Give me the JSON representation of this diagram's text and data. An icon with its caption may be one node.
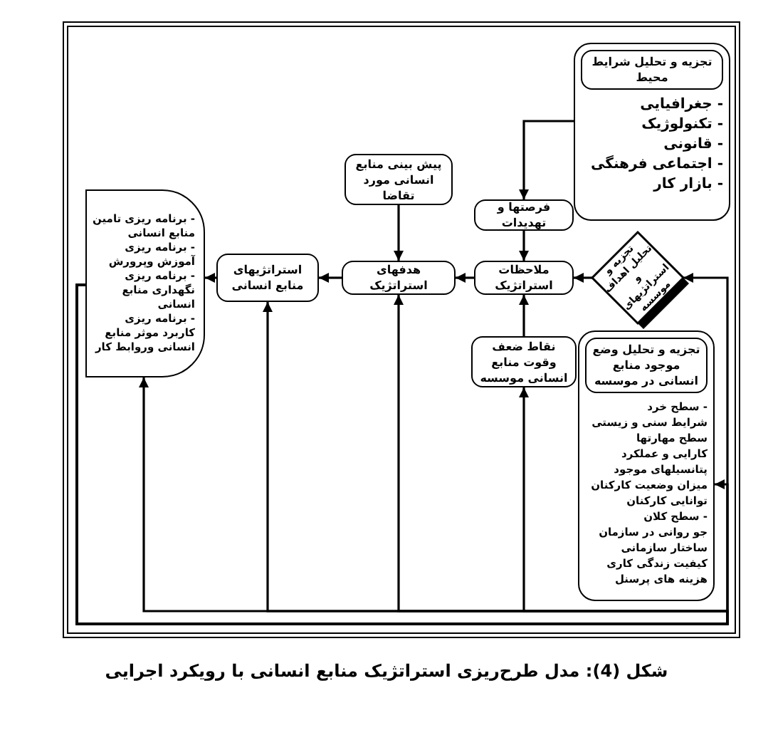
{
  "diagram": {
    "caption": "شکل (4): مدل طرح‌ریزی استراتژیک منابع انسانی با رویکرد اجرایی",
    "nodes": [
      {
        "text": [
          "- جغرافیایی",
          "- تکنولوژیک",
          "- قانونی",
          "- اجتماعی فرهنگی",
          "- بازار کار"
        ]
      },
      {
        "text": [
          "تجزیه و تحلیل شرایط محیط"
        ],
        "in": 0
      },
      {
        "text": [
          "فرصتها و تهدیدات"
        ]
      },
      {
        "text": [
          "پیش بینی منابع انسانی مورد تقاضا"
        ]
      },
      {
        "text": [
          "تجزیه و تحلیل اهداف و استراتژیهای موسسه"
        ]
      },
      {
        "text": [
          "ملاحظات استراتژیک"
        ]
      },
      {
        "text": [
          "هدفهای استراتژیک"
        ]
      },
      {
        "text": [
          "استراتژیهای منابع انسانی"
        ]
      },
      {
        "text": [
          "- برنامه ریزی تامین منابع انسانی",
          "- برنامه ریزی آموزش وپرورش",
          "- برنامه ریزی نگهداری منابع انسانی",
          "- برنامه ریزی کاربرد موثر منابع انسانی وروابط کار"
        ]
      },
      {
        "text": [
          "نقاط ضعف وقوت منابع انسانی موسسه"
        ]
      },
      {
        "text": [
          "- سطح خرد",
          "شرایط سنی و زیستی",
          "سطح مهارتها",
          "کارایی و عملکرد",
          "پتانسیلهای موجود",
          "میزان وضعیت کارکنان",
          "توانایی کارکنان",
          "- سطح کلان",
          "جو روانی در سازمان",
          "ساختار سازمانی",
          "کیفیت زندگی کاری",
          "هزینه های پرسنل"
        ]
      },
      {
        "text": [
          "تجزیه و تحلیل وضع موجود منابع انسانی در موسسه"
        ],
        "in": 10
      }
    ],
    "edges": [
      {
        "from": 0,
        "to": 2,
        "arrow": "to"
      },
      {
        "from": 2,
        "to": 5,
        "arrow": "to"
      },
      {
        "from": 4,
        "to": 5,
        "arrow": "to"
      },
      {
        "from": 5,
        "to": 6,
        "arrow": "to"
      },
      {
        "from": 3,
        "to": 6,
        "arrow": "to"
      },
      {
        "from": 6,
        "to": 7,
        "arrow": "to"
      },
      {
        "from": 7,
        "to": 8,
        "arrow": "to"
      },
      {
        "from": 9,
        "to": 5,
        "arrow": "to"
      },
      {
        "from": 8,
        "to": 4,
        "arrow": "to"
      },
      {
        "from": 8,
        "to": 10,
        "arrow": "to"
      },
      {
        "from": 8,
        "to": 9,
        "arrow": "to"
      },
      {
        "from": 8,
        "to": 6,
        "arrow": "to"
      },
      {
        "from": 8,
        "to": 7,
        "arrow": "to"
      },
      {
        "from": 8,
        "to": 8,
        "arrow": "to"
      }
    ]
  }
}
